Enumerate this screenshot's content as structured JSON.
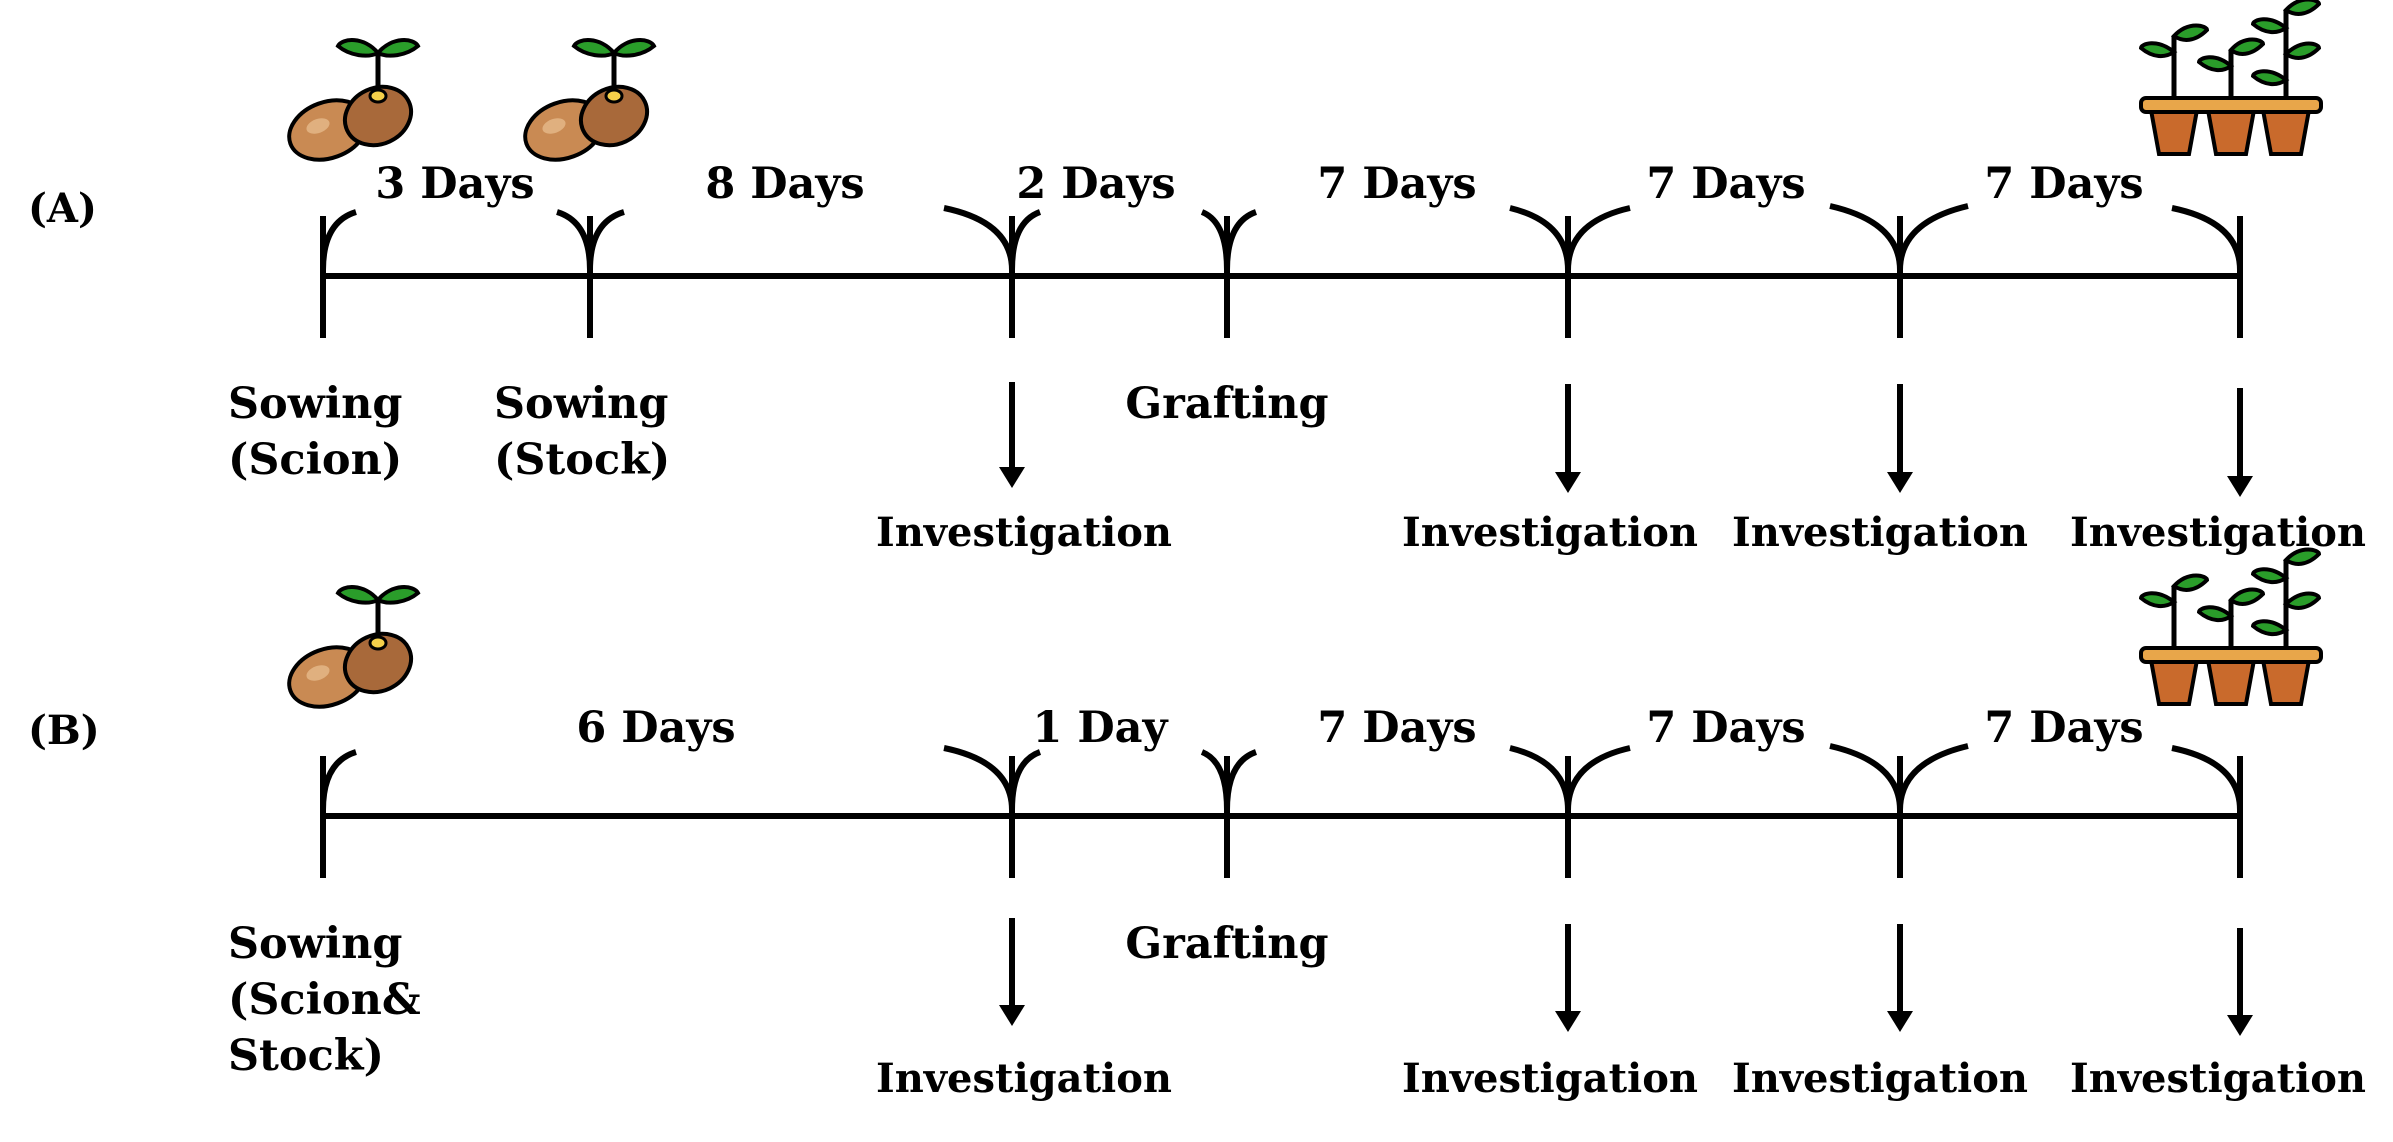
{
  "panels": [
    {
      "label": "(A)",
      "durations": [
        "3 Days",
        "8 Days",
        "2 Days",
        "7 Days",
        "7 Days",
        "7 Days"
      ],
      "events": [
        {
          "lines": [
            "Sowing",
            "(Scion)"
          ]
        },
        {
          "lines": [
            "Sowing",
            "(Stock)"
          ]
        },
        {
          "lines": [
            "Grafting"
          ]
        }
      ],
      "investigation_label": "Investigation"
    },
    {
      "label": "(B)",
      "durations": [
        "6 Days",
        "1 Day",
        "7 Days",
        "7 Days",
        "7 Days"
      ],
      "events": [
        {
          "lines": [
            "Sowing",
            "(Scion&",
            "Stock)"
          ]
        },
        {
          "lines": [
            "Grafting"
          ]
        }
      ],
      "investigation_label": "Investigation"
    }
  ],
  "icons": [
    "seed-sprout-icon",
    "potted-seedlings-icon"
  ],
  "colors": {
    "seed": "#c98a53",
    "seed_dark": "#a8693a",
    "leaf": "#2a9d2a",
    "pot": "#c96a2c",
    "tray": "#e8a64a",
    "line": "#000000"
  }
}
